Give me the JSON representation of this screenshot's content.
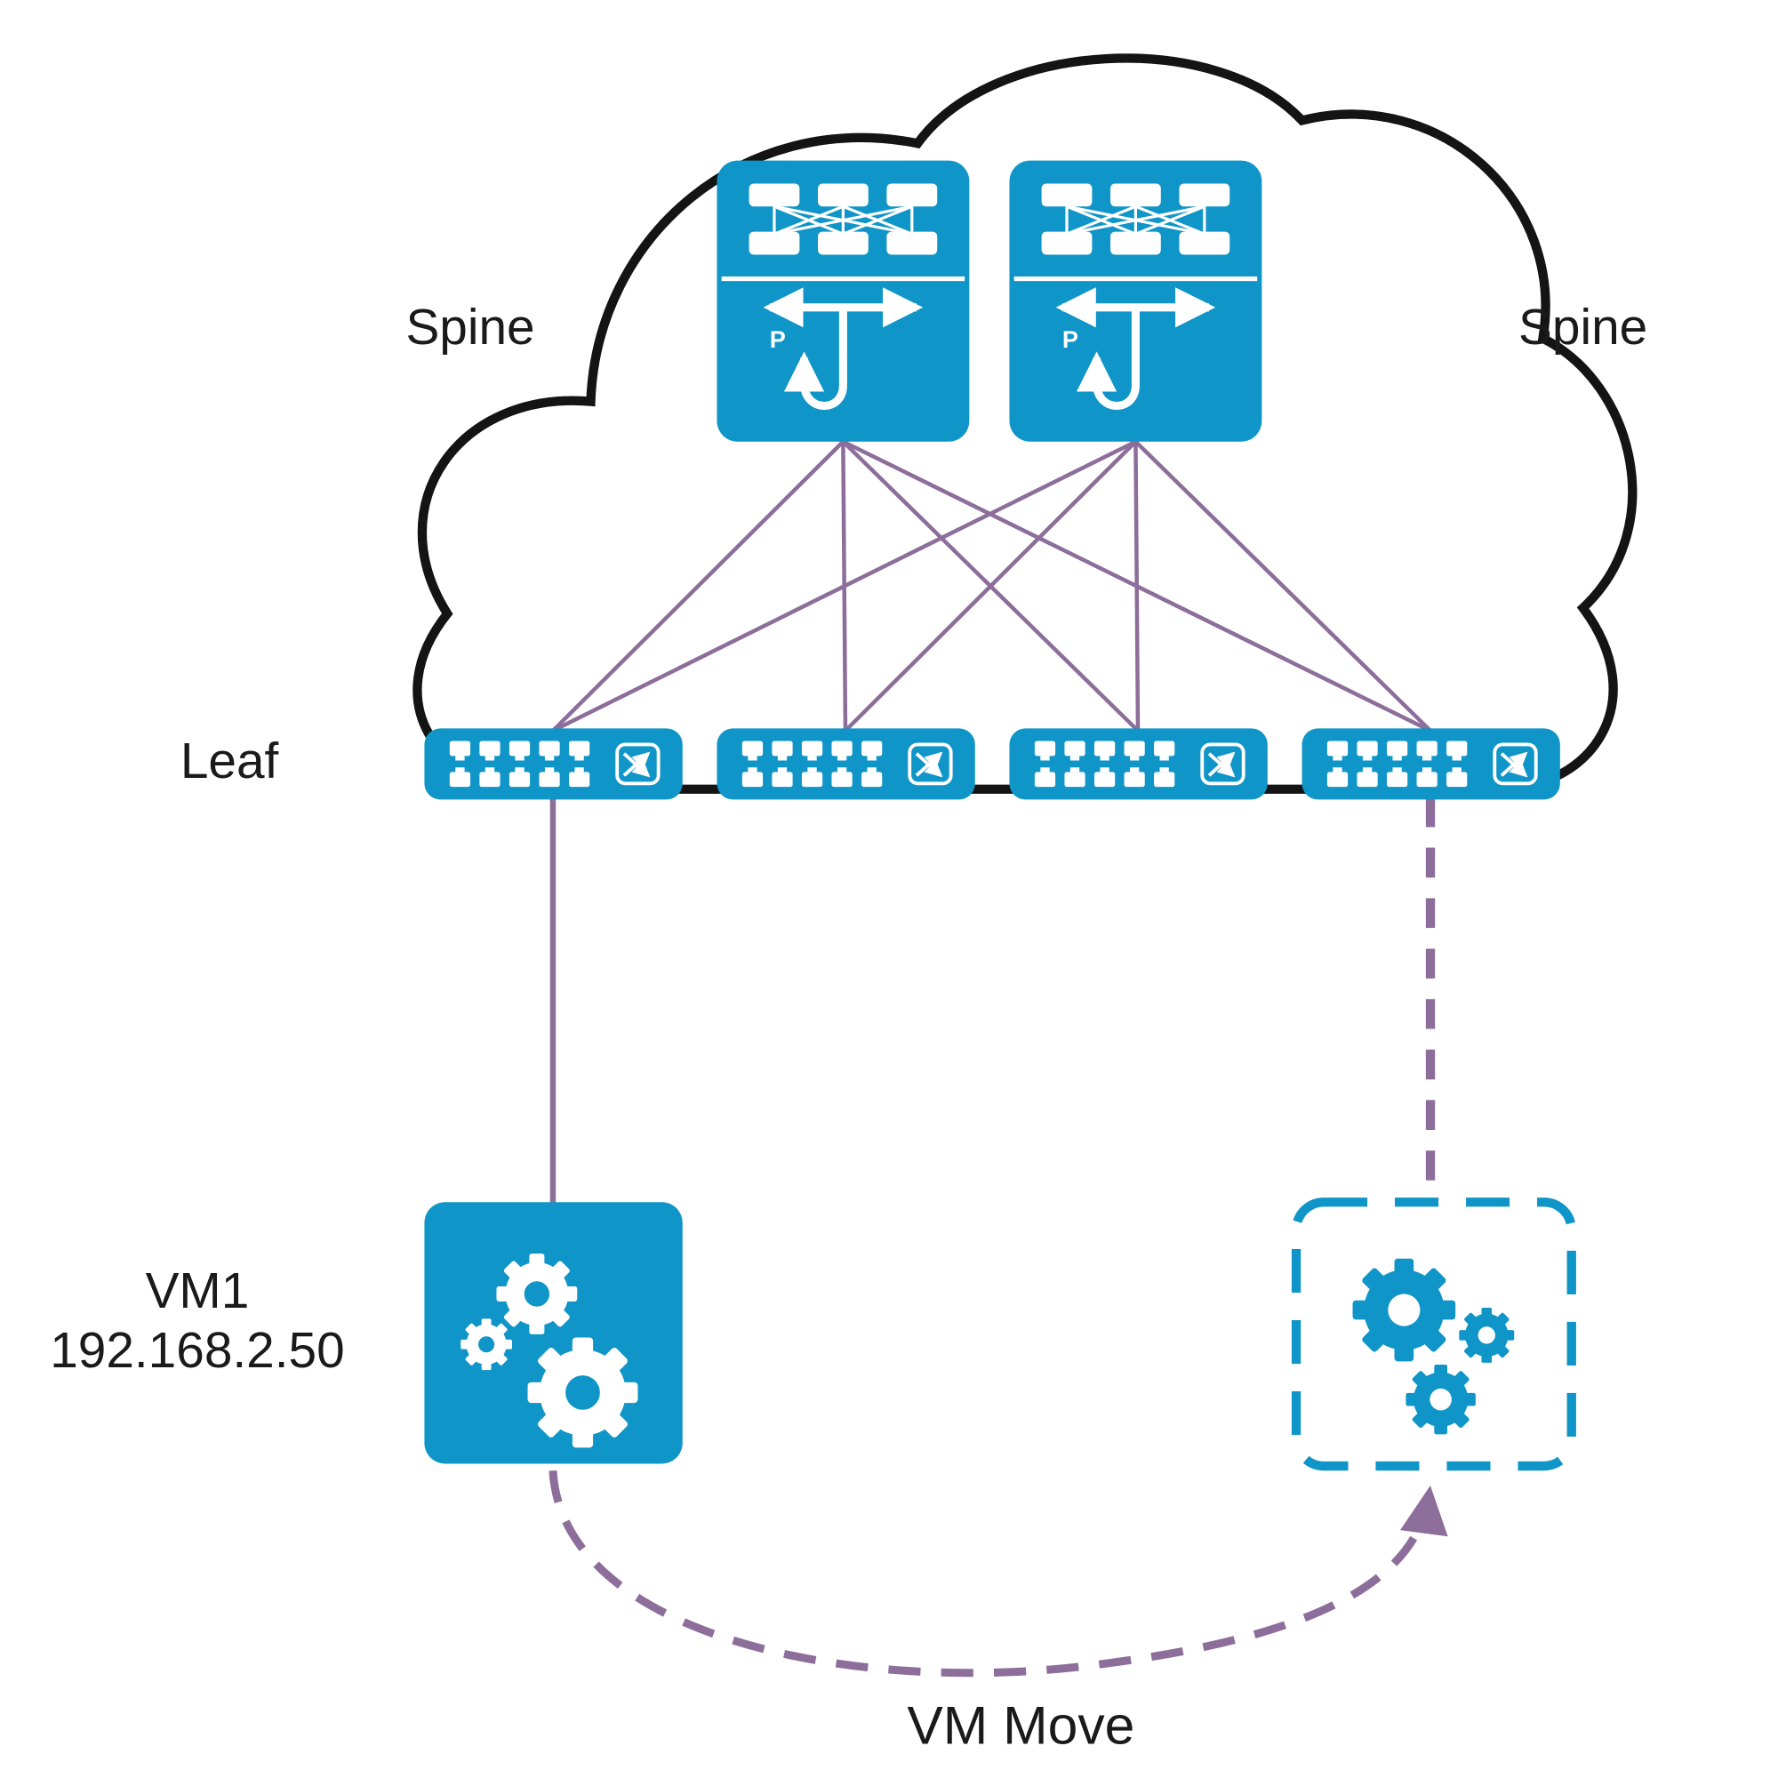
{
  "diagram": {
    "labels": {
      "spine_left": "Spine",
      "spine_right": "Spine",
      "leaf": "Leaf",
      "vm_name": "VM1",
      "vm_ip": "192.168.2.50",
      "vm_move": "VM Move",
      "proxy_badge": "P"
    },
    "colors": {
      "node_blue": "#0f95c7",
      "link_purple": "#8d6e9b",
      "cloud_outline": "#141414",
      "label_text": "#1a1a1a",
      "icon_white": "#ffffff"
    },
    "nodes": {
      "spines": [
        "spine-switch-1",
        "spine-switch-2"
      ],
      "leaves": [
        "leaf-switch-1",
        "leaf-switch-2",
        "leaf-switch-3",
        "leaf-switch-4"
      ],
      "vm_source": "vm1",
      "vm_destination": "vm1-destination-ghost"
    }
  }
}
